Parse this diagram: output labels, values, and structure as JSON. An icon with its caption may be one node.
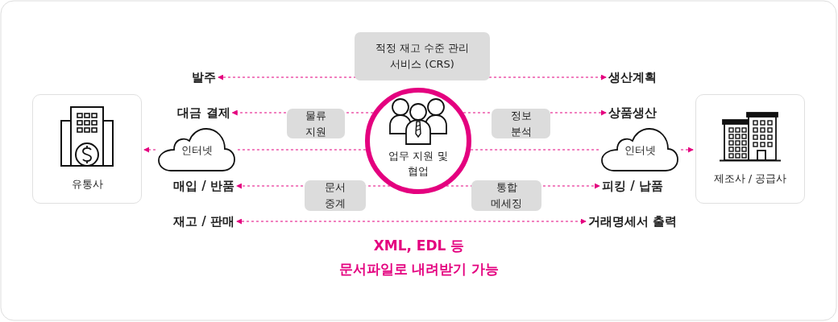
{
  "diagram": {
    "nodes": [
      {
        "text": [
          "유통사"
        ]
      },
      {
        "text": [
          "인터넷"
        ]
      },
      {
        "text": [
          "발주"
        ]
      },
      {
        "text": [
          "대금 결제"
        ]
      },
      {
        "text": [
          "매입 / 반품"
        ]
      },
      {
        "text": [
          "재고 / 판매"
        ]
      },
      {
        "text": [
          "업무 지원 및 협업"
        ]
      },
      {
        "text": [
          "생산계획"
        ]
      },
      {
        "text": [
          "상품생산"
        ]
      },
      {
        "text": [
          "인터넷"
        ]
      },
      {
        "text": [
          "피킹 / 납품"
        ]
      },
      {
        "text": [
          "거래명세서 출력"
        ]
      },
      {
        "text": [
          "제조사 / 공급사"
        ]
      }
    ],
    "edges": [
      {
        "from": 2,
        "to": 7,
        "arrow": "both",
        "label": "적정 재고 수준 관리 서비스 (CRS)"
      },
      {
        "from": 6,
        "to": 3,
        "arrow": "to",
        "label": "물류 지원"
      },
      {
        "from": 6,
        "to": 8,
        "arrow": "to",
        "label": "정보 분석"
      },
      {
        "from": 6,
        "to": 1,
        "arrow": "none"
      },
      {
        "from": 1,
        "to": 0,
        "arrow": "to"
      },
      {
        "from": 6,
        "to": 9,
        "arrow": "none"
      },
      {
        "from": 9,
        "to": 12,
        "arrow": "to"
      },
      {
        "from": 6,
        "to": 4,
        "arrow": "to",
        "label": "문서 중계"
      },
      {
        "from": 6,
        "to": 10,
        "arrow": "to",
        "label": "통합 메세징"
      },
      {
        "from": 5,
        "to": 11,
        "arrow": "both"
      }
    ],
    "labels": [
      "XML, EDL 등",
      "문서파일로 내려받기 가능"
    ]
  }
}
